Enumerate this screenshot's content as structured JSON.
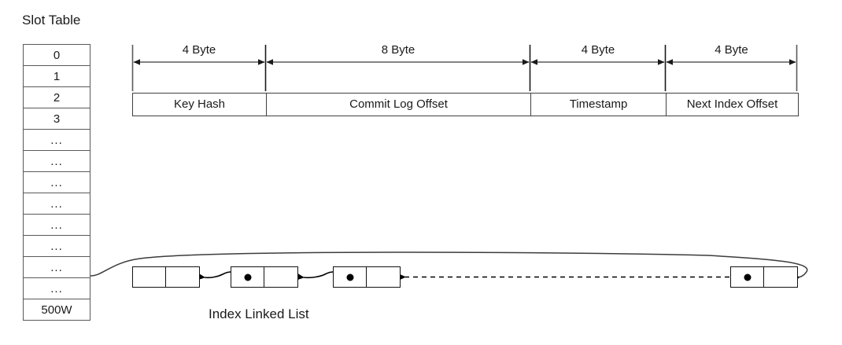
{
  "diagram": {
    "title_slot_table": "Slot Table",
    "caption_linked_list": "Index Linked List",
    "colors": {
      "stroke": "#404040",
      "node_stroke": "#111111",
      "text": "#1a1a1a",
      "background": "#ffffff"
    }
  },
  "slot_table": {
    "label": "Slot Table",
    "rows": [
      {
        "text": "0"
      },
      {
        "text": "1"
      },
      {
        "text": "2"
      },
      {
        "text": "3"
      },
      {
        "text": "..."
      },
      {
        "text": "..."
      },
      {
        "text": "..."
      },
      {
        "text": "..."
      },
      {
        "text": "..."
      },
      {
        "text": "..."
      },
      {
        "text": "..."
      },
      {
        "text": "..."
      },
      {
        "text": "500W"
      }
    ]
  },
  "record_layout": {
    "fields": [
      {
        "name": "Key Hash",
        "size": "4 Byte"
      },
      {
        "name": "Commit Log Offset",
        "size": "8 Byte"
      },
      {
        "name": "Timestamp",
        "size": "4 Byte"
      },
      {
        "name": "Next Index Offset",
        "size": "4 Byte"
      }
    ]
  },
  "linked_list": {
    "caption": "Index Linked List",
    "nodes": [
      {
        "has_pointer_dot": false
      },
      {
        "has_pointer_dot": true
      },
      {
        "has_pointer_dot": true
      },
      {
        "has_pointer_dot": true
      }
    ],
    "connector_from_slot": "slot-row-10",
    "ellipsis_link_style": "dashed"
  }
}
